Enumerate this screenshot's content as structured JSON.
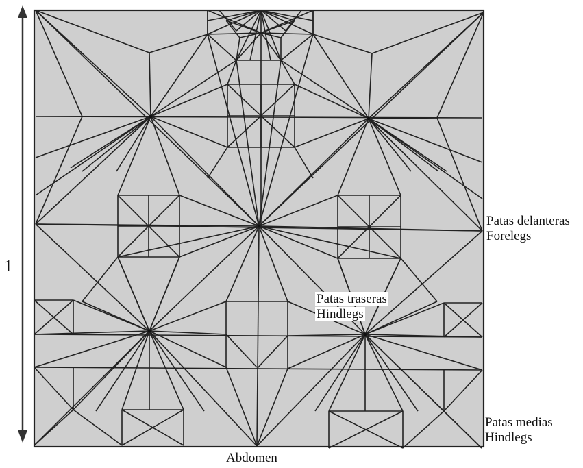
{
  "scale": {
    "label": "1"
  },
  "labels": {
    "forelegs_es": "Patas delanteras",
    "forelegs_en": "Forelegs",
    "hindlegs_es": "Patas traseras",
    "hindlegs_en": "Hindlegs",
    "midlegs_es": "Patas medias",
    "midlegs_en": "Hindlegs",
    "abdomen": "Abdomen"
  },
  "colors": {
    "paper": "#cfcfcf",
    "line": "#222222",
    "arrow": "#333333"
  }
}
